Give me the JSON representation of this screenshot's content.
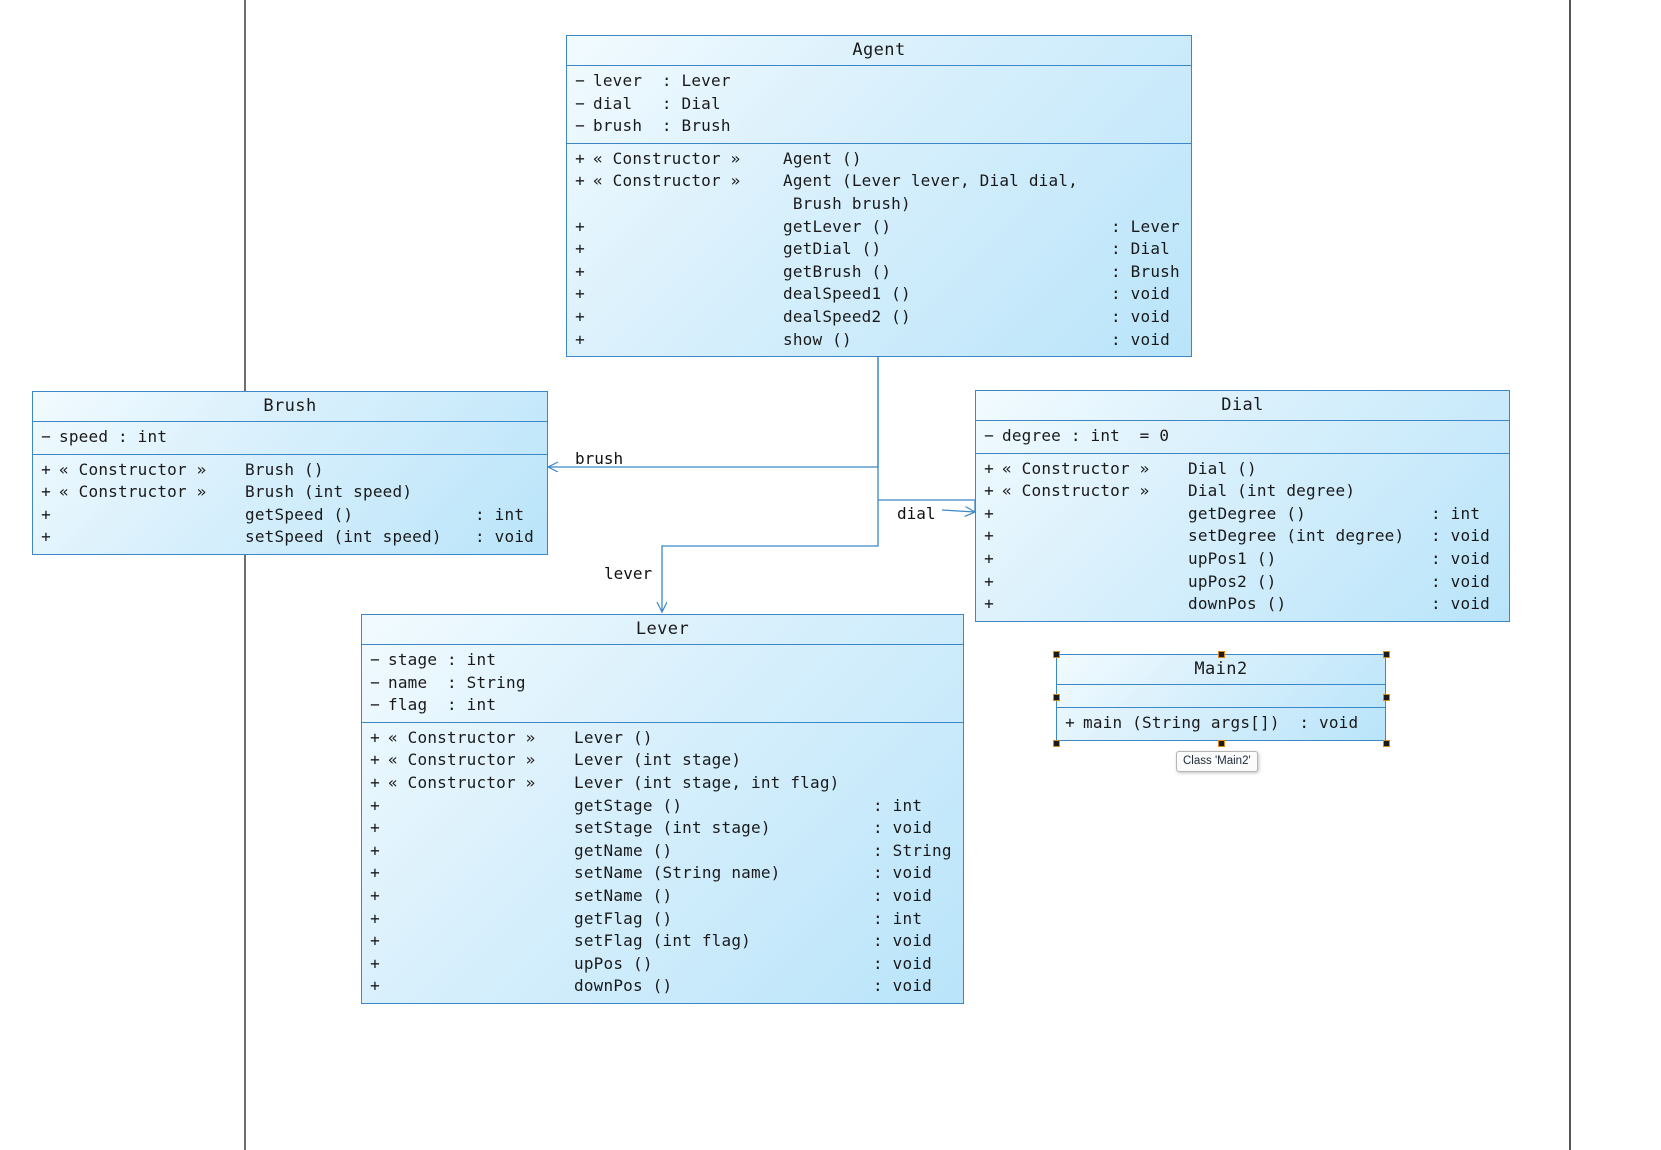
{
  "diagram": {
    "kind": "uml-class-diagram",
    "accent_color": "#3c87c8",
    "fill_light": "#f2fbff",
    "fill_dark": "#b9e4fa"
  },
  "classes": {
    "agent": {
      "name": "Agent",
      "attributes": [
        {
          "vis": "−",
          "text": "lever  : Lever"
        },
        {
          "vis": "−",
          "text": "dial   : Dial"
        },
        {
          "vis": "−",
          "text": "brush  : Brush"
        }
      ],
      "operations": [
        {
          "vis": "+",
          "stereotype": "« Constructor »",
          "sig": "Agent ()",
          "type": ""
        },
        {
          "vis": "+",
          "stereotype": "« Constructor »",
          "sig": "Agent (Lever lever, Dial dial,",
          "type": ""
        },
        {
          "vis": "",
          "stereotype": "",
          "sig": " Brush brush)",
          "type": ""
        },
        {
          "vis": "+",
          "stereotype": "",
          "sig": "getLever ()",
          "type": ": Lever"
        },
        {
          "vis": "+",
          "stereotype": "",
          "sig": "getDial ()",
          "type": ": Dial"
        },
        {
          "vis": "+",
          "stereotype": "",
          "sig": "getBrush ()",
          "type": ": Brush"
        },
        {
          "vis": "+",
          "stereotype": "",
          "sig": "dealSpeed1 ()",
          "type": ": void"
        },
        {
          "vis": "+",
          "stereotype": "",
          "sig": "dealSpeed2 ()",
          "type": ": void"
        },
        {
          "vis": "+",
          "stereotype": "",
          "sig": "show ()",
          "type": ": void"
        }
      ]
    },
    "brush": {
      "name": "Brush",
      "attributes": [
        {
          "vis": "−",
          "text": "speed : int"
        }
      ],
      "operations": [
        {
          "vis": "+",
          "stereotype": "« Constructor »",
          "sig": "Brush ()",
          "type": ""
        },
        {
          "vis": "+",
          "stereotype": "« Constructor »",
          "sig": "Brush (int speed)",
          "type": ""
        },
        {
          "vis": "+",
          "stereotype": "",
          "sig": "getSpeed ()",
          "type": ": int"
        },
        {
          "vis": "+",
          "stereotype": "",
          "sig": "setSpeed (int speed)",
          "type": ": void"
        }
      ]
    },
    "dial": {
      "name": "Dial",
      "attributes": [
        {
          "vis": "−",
          "text": "degree : int  = 0"
        }
      ],
      "operations": [
        {
          "vis": "+",
          "stereotype": "« Constructor »",
          "sig": "Dial ()",
          "type": ""
        },
        {
          "vis": "+",
          "stereotype": "« Constructor »",
          "sig": "Dial (int degree)",
          "type": ""
        },
        {
          "vis": "+",
          "stereotype": "",
          "sig": "getDegree ()",
          "type": ": int"
        },
        {
          "vis": "+",
          "stereotype": "",
          "sig": "setDegree (int degree)",
          "type": ": void"
        },
        {
          "vis": "+",
          "stereotype": "",
          "sig": "upPos1 ()",
          "type": ": void"
        },
        {
          "vis": "+",
          "stereotype": "",
          "sig": "upPos2 ()",
          "type": ": void"
        },
        {
          "vis": "+",
          "stereotype": "",
          "sig": "downPos ()",
          "type": ": void"
        }
      ]
    },
    "lever": {
      "name": "Lever",
      "attributes": [
        {
          "vis": "−",
          "text": "stage : int"
        },
        {
          "vis": "−",
          "text": "name  : String"
        },
        {
          "vis": "−",
          "text": "flag  : int"
        }
      ],
      "operations": [
        {
          "vis": "+",
          "stereotype": "« Constructor »",
          "sig": "Lever ()",
          "type": ""
        },
        {
          "vis": "+",
          "stereotype": "« Constructor »",
          "sig": "Lever (int stage)",
          "type": ""
        },
        {
          "vis": "+",
          "stereotype": "« Constructor »",
          "sig": "Lever (int stage, int flag)",
          "type": ""
        },
        {
          "vis": "+",
          "stereotype": "",
          "sig": "getStage ()",
          "type": ": int"
        },
        {
          "vis": "+",
          "stereotype": "",
          "sig": "setStage (int stage)",
          "type": ": void"
        },
        {
          "vis": "+",
          "stereotype": "",
          "sig": "getName ()",
          "type": ": String"
        },
        {
          "vis": "+",
          "stereotype": "",
          "sig": "setName (String name)",
          "type": ": void"
        },
        {
          "vis": "+",
          "stereotype": "",
          "sig": "setName ()",
          "type": ": void"
        },
        {
          "vis": "+",
          "stereotype": "",
          "sig": "getFlag ()",
          "type": ": int"
        },
        {
          "vis": "+",
          "stereotype": "",
          "sig": "setFlag (int flag)",
          "type": ": void"
        },
        {
          "vis": "+",
          "stereotype": "",
          "sig": "upPos ()",
          "type": ": void"
        },
        {
          "vis": "+",
          "stereotype": "",
          "sig": "downPos ()",
          "type": ": void"
        }
      ]
    },
    "main2": {
      "name": "Main2",
      "attributes": [],
      "operations": [
        {
          "vis": "+",
          "stereotype": "",
          "sig": "main (String args[])  : void",
          "type": ""
        }
      ],
      "selected": true
    }
  },
  "edges": [
    {
      "label": "brush",
      "from": "agent",
      "to": "brush"
    },
    {
      "label": "dial",
      "from": "agent",
      "to": "dial"
    },
    {
      "label": "lever",
      "from": "agent",
      "to": "lever"
    }
  ],
  "tooltip": {
    "text": "Class 'Main2'"
  }
}
